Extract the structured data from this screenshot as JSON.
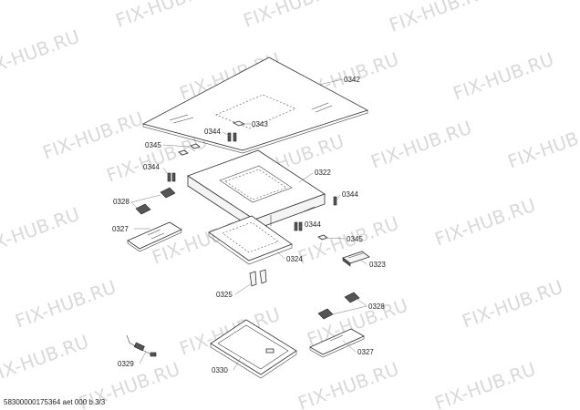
{
  "watermark": "FIX-HUB.RU",
  "footer": "58300000175364 aet 000 b 3/3",
  "parts": [
    {
      "id": "0342"
    },
    {
      "id": "0343"
    },
    {
      "id": "0344"
    },
    {
      "id": "0345"
    },
    {
      "id": "0344"
    },
    {
      "id": "0322"
    },
    {
      "id": "0328"
    },
    {
      "id": "0344"
    },
    {
      "id": "0327"
    },
    {
      "id": "0344"
    },
    {
      "id": "0345"
    },
    {
      "id": "0324"
    },
    {
      "id": "0323"
    },
    {
      "id": "0325"
    },
    {
      "id": "0328"
    },
    {
      "id": "0329"
    },
    {
      "id": "0330"
    },
    {
      "id": "0327"
    }
  ]
}
